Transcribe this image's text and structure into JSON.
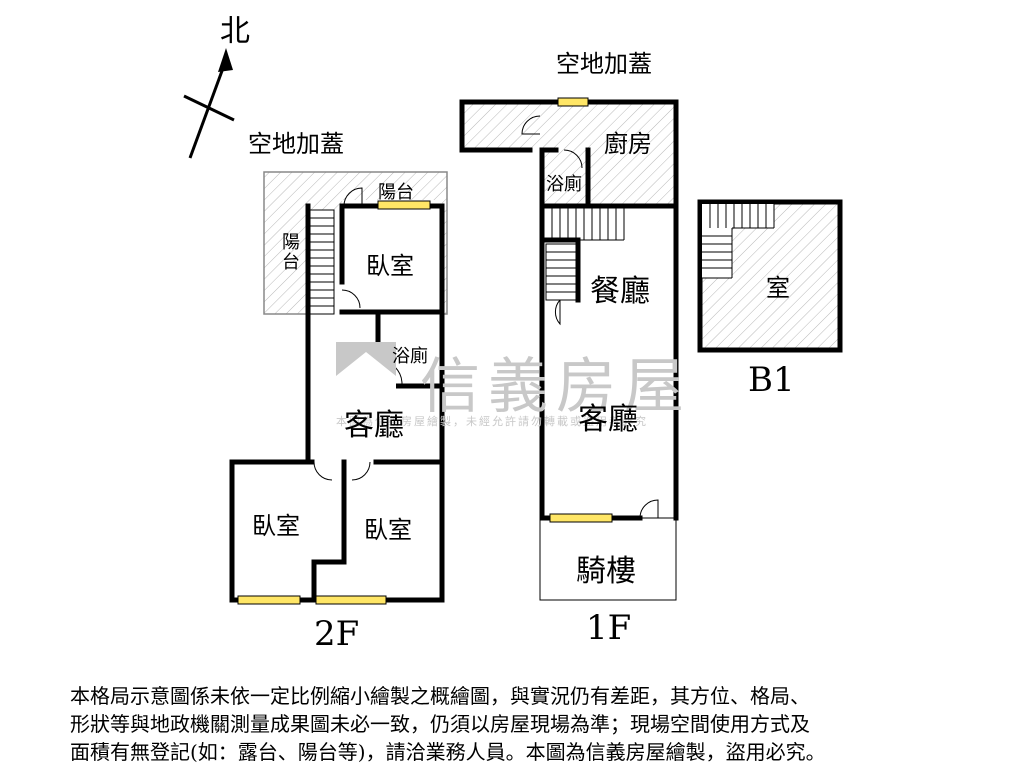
{
  "compass": {
    "north_label": "北"
  },
  "watermark": {
    "brand": "信義房屋",
    "notice": "本圖為信義房屋繪製，未經允許請勿轉載或盜用者必究"
  },
  "floors": {
    "f2": {
      "label": "2F",
      "rooms": {
        "addition": "空地加蓋",
        "balcony_top": "陽台",
        "balcony_left": "陽台",
        "bedroom_top": "臥室",
        "bathroom": "浴廁",
        "living": "客廳",
        "bedroom_left": "臥室",
        "bedroom_right": "臥室"
      }
    },
    "f1": {
      "label": "1F",
      "rooms": {
        "addition": "空地加蓋",
        "kitchen": "廚房",
        "bathroom": "浴廁",
        "dining": "餐廳",
        "living": "客廳",
        "arcade": "騎樓"
      }
    },
    "b1": {
      "label": "B1",
      "rooms": {
        "room": "室"
      }
    }
  },
  "disclaimer": {
    "line1": "本格局示意圖係未依一定比例縮小繪製之概繪圖，與實況仍有差距，其方位、格局、",
    "line2": "形狀等與地政機關測量成果圖未必一致，仍須以房屋現場為準；現場空間使用方式及",
    "line3": "面積有無登記(如：露台、陽台等)，請洽業務人員。本圖為信義房屋繪製，盜用必究。"
  }
}
